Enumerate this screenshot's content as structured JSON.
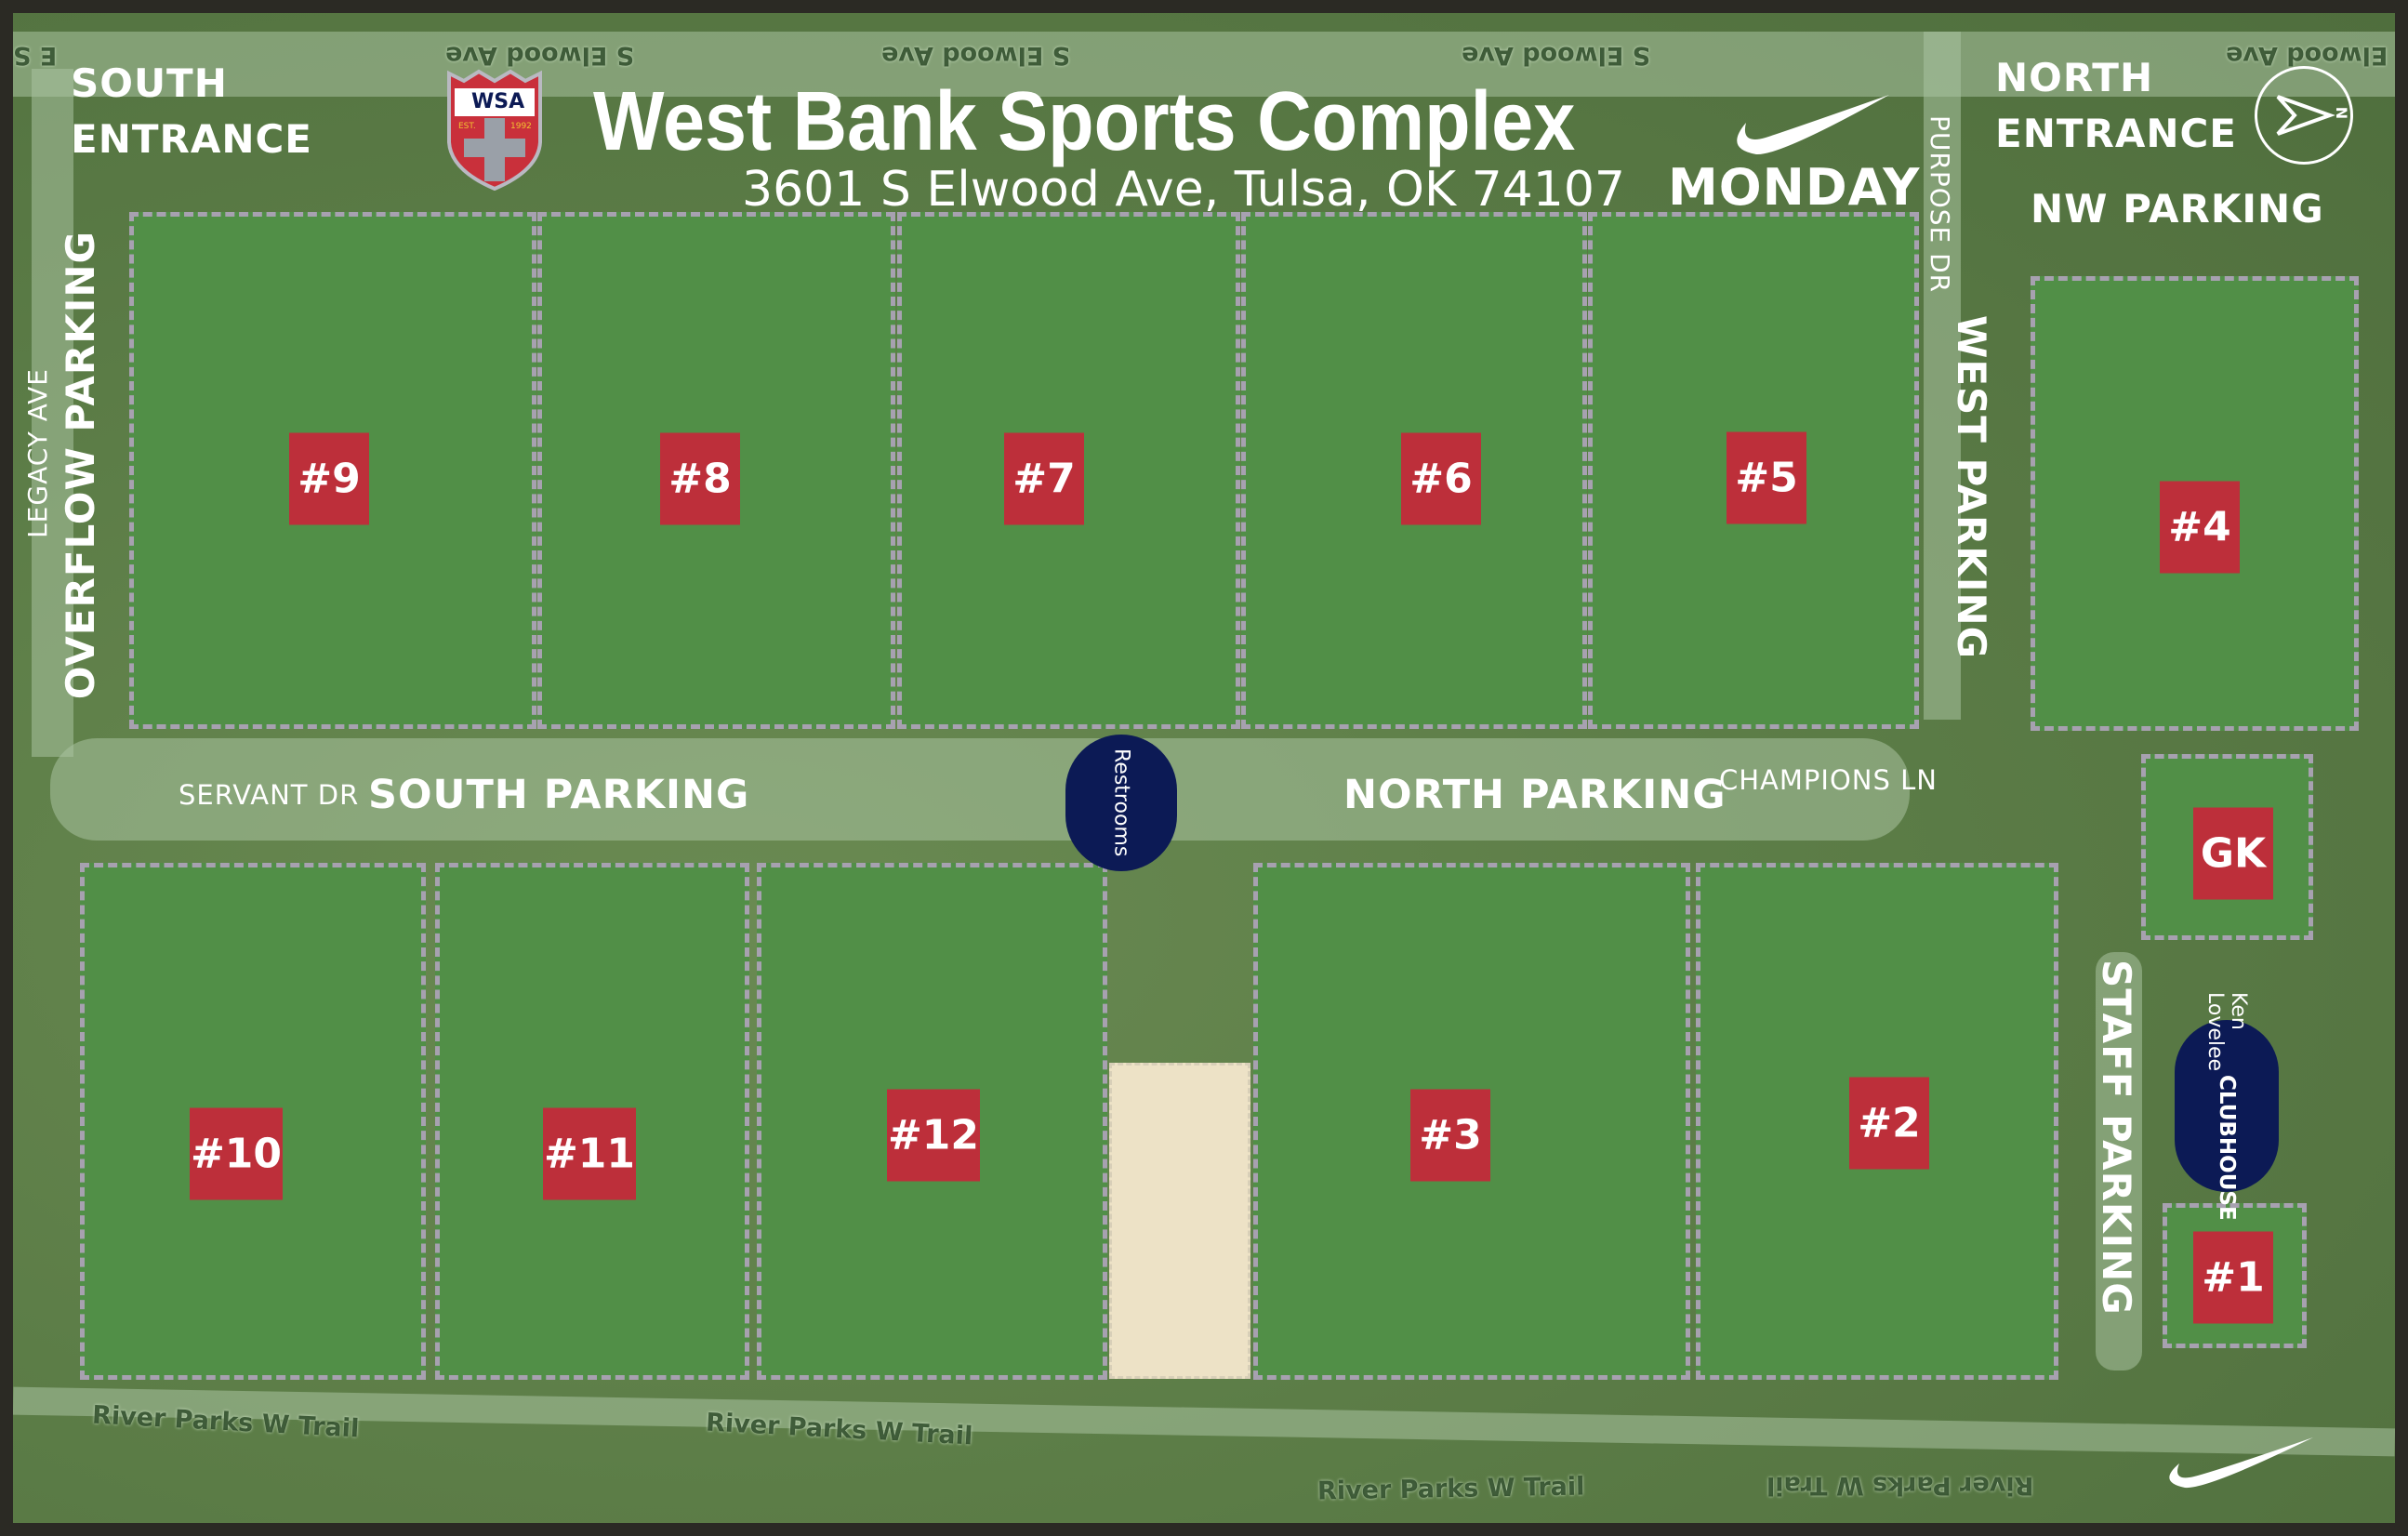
{
  "title": "West Bank Sports Complex",
  "address": "3601 S Elwood Ave, Tulsa, OK 74107",
  "day": "MONDAY",
  "logo": {
    "text": "WSA",
    "est": "EST.",
    "year": "1992"
  },
  "compass": {
    "label": "N"
  },
  "areas": {
    "south_entrance": "SOUTH ENTRANCE",
    "north_entrance": "NORTH ENTRANCE",
    "nw_parking": "NW PARKING",
    "overflow_parking": "OVERFLOW PARKING",
    "west_parking": "WEST PARKING",
    "south_parking": "SOUTH PARKING",
    "north_parking": "NORTH PARKING",
    "staff_parking": "STAFF PARKING"
  },
  "streets": {
    "legacy": "LEGACY AVE",
    "purpose": "PURPOSE DR",
    "servant": "SERVANT DR",
    "champions": "CHAMPIONS LN",
    "elwood": "S Elwood Ave",
    "elwood_partial": "E S",
    "trail": "River Parks W Trail"
  },
  "facilities": {
    "restrooms": "Restrooms",
    "clubhouse_name": "Ken Lovelee",
    "clubhouse": "CLUBHOUSE"
  },
  "fields": {
    "f1": "#1",
    "f2": "#2",
    "f3": "#3",
    "f4": "#4",
    "f5": "#5",
    "f6": "#6",
    "f7": "#7",
    "f8": "#8",
    "f9": "#9",
    "f10": "#10",
    "f11": "#11",
    "f12": "#12",
    "gk": "GK"
  },
  "colors": {
    "field": "#518f47",
    "label": "#bd2f3a",
    "pill": "#0c1a55",
    "sand": "#ede2c6"
  }
}
